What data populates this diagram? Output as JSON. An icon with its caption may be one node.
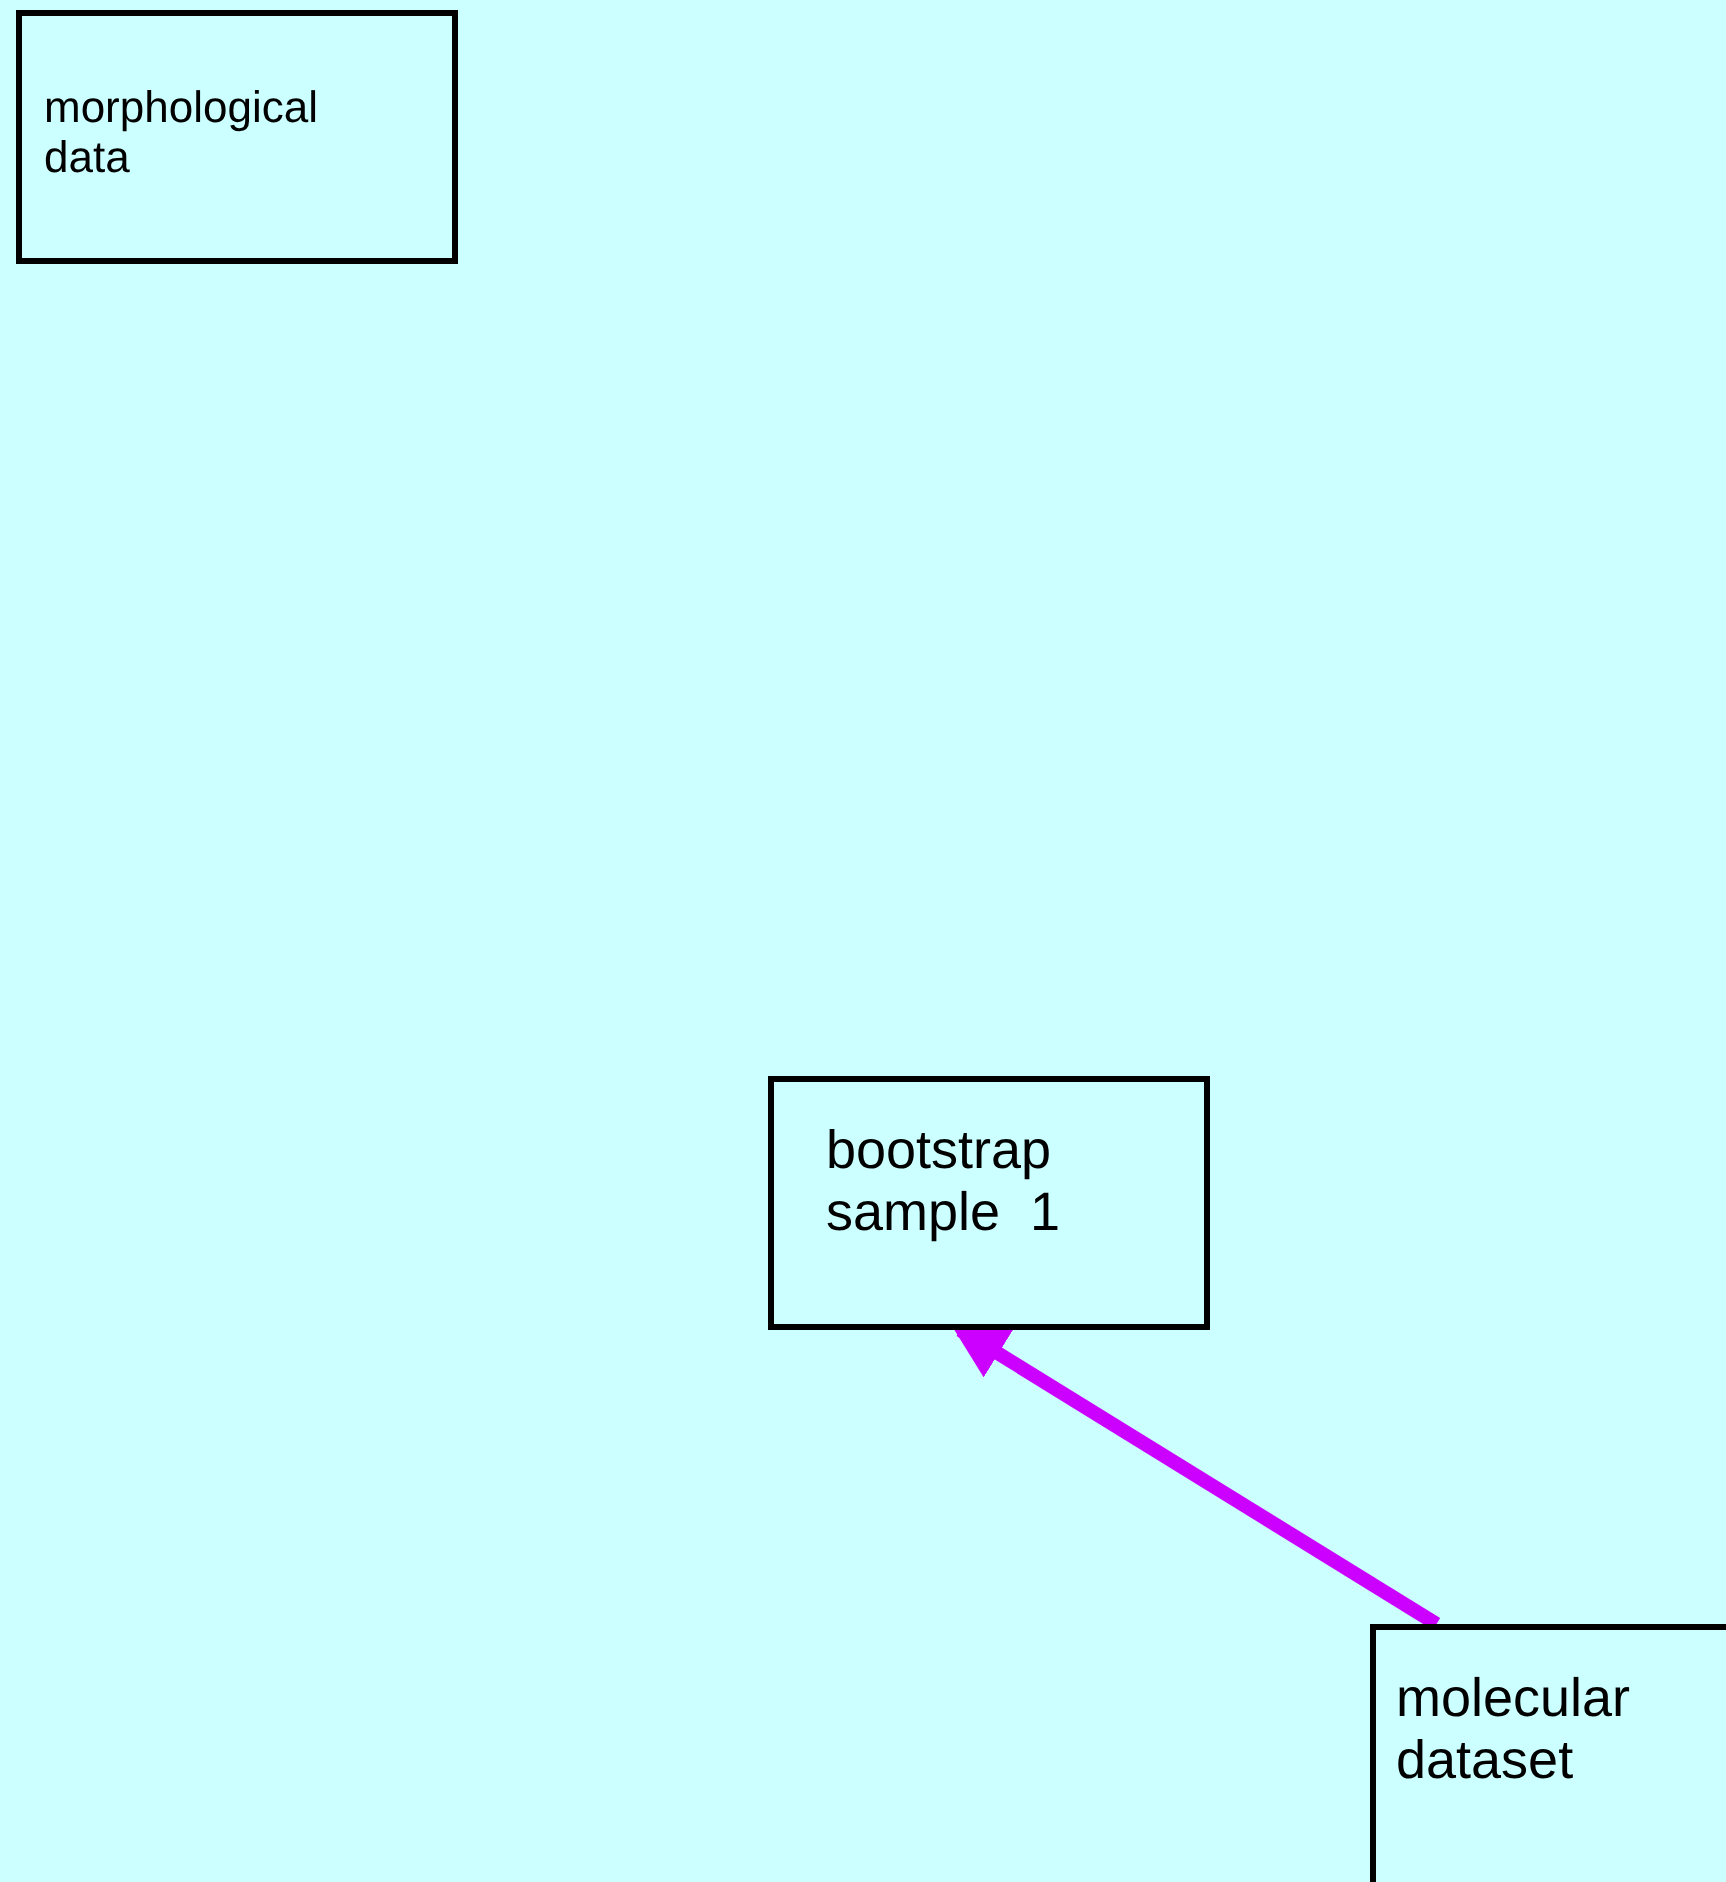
{
  "diagram": {
    "nodes": [
      {
        "text": [
          "morphological data"
        ]
      },
      {
        "text": [
          "bootstrap sample  1"
        ]
      },
      {
        "text": [
          "molecular dataset"
        ]
      }
    ],
    "edges": [
      {
        "from": 2,
        "to": 1,
        "arrow": "to",
        "color": "#cc00ff"
      }
    ]
  }
}
